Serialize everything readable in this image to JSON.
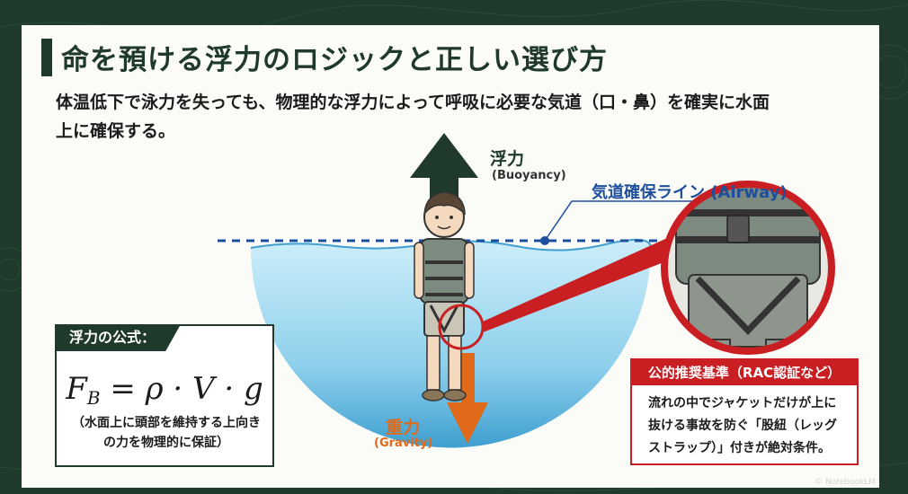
{
  "title": "命を預ける浮力のロジックと正しい選び方",
  "subtitle": "体温低下で泳力を失っても、物理的な浮力によって呼吸に必要な気道（口・鼻）を確実に水面上に確保する。",
  "diagram": {
    "buoyancy_label_jp": "浮力",
    "buoyancy_label_en": "(Buoyancy)",
    "airway_label": "気道確保ライン (Airway)",
    "gravity_label_jp": "重力",
    "gravity_label_en": "(Gravity)"
  },
  "formula": {
    "tag": "浮力の公式：",
    "F": "F",
    "sub": "B",
    "rest": " = ρ · V · g",
    "note": "（水面上に頭部を維持する上向きの力を物理的に保証）"
  },
  "rac": {
    "tag": "公的推奨基準（RAC認証など）",
    "text": "流れの中でジャケットだけが上に抜ける事故を防ぐ「股紐（レッグストラップ）」付きが絶対条件。"
  },
  "watermark": "© NotebookLM",
  "colors": {
    "dark_green": "#1f3a2a",
    "accent_red": "#c91e22",
    "airway_blue": "#1e4f9c",
    "gravity_orange": "#e06a1a",
    "water_blue": "#8fd0ec"
  }
}
